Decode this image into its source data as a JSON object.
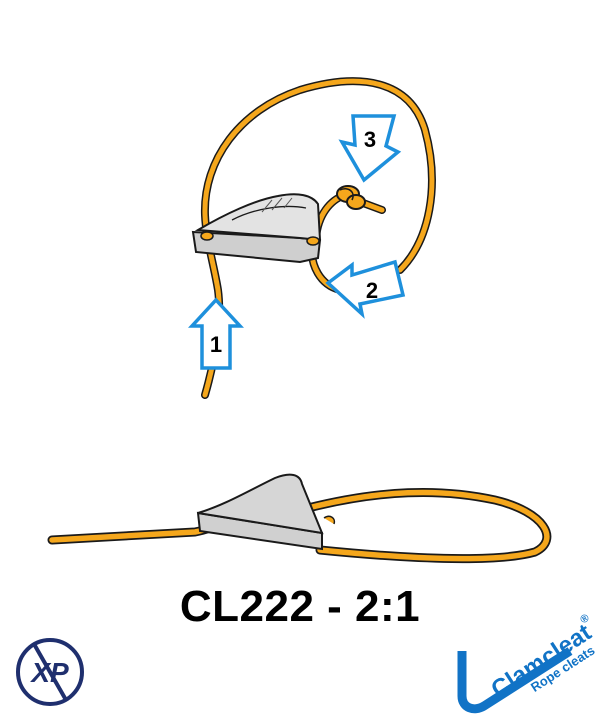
{
  "title": "CL222 - 2:1",
  "steps": [
    {
      "number": "1",
      "direction": "up"
    },
    {
      "number": "2",
      "direction": "left"
    },
    {
      "number": "3",
      "direction": "down"
    }
  ],
  "logos": {
    "xp": {
      "text": "XP",
      "color": "#1f2f6e"
    },
    "clamcleat": {
      "brand": "Clamcleat",
      "registered": "®",
      "tagline": "Rope cleats",
      "color": "#1173c6"
    }
  },
  "colors": {
    "rope": "#f5a71c",
    "rope_outline": "#1a1a1a",
    "cleat": "#d6d6d6",
    "arrow": "#1e90dc",
    "background": "#ffffff"
  }
}
